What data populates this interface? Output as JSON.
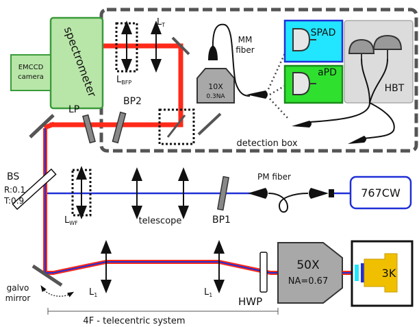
{
  "colors": {
    "red_beam": "#ff2a1a",
    "blue_beam": "#1f2fd6",
    "spectrometer_fill": "#b8e6a8",
    "spectrometer_stroke": "#3a9a3a",
    "spad_fill": "#22e5ff",
    "apd_fill": "#2fe02f",
    "hbt_fill": "#dcdcdc",
    "objective_fill": "#a8a8a8",
    "sample_fill": "#f0c000",
    "laser_stroke": "#1f2fd6"
  },
  "labels": {
    "emccd": [
      "EMCCD",
      "camera"
    ],
    "spectrometer": "spectrometer",
    "l_bfp_main": "L",
    "l_bfp_sub": "BFP",
    "l_t_main": "L",
    "l_t_sub": "T",
    "mm_fiber": [
      "MM",
      "fiber"
    ],
    "objective_10x": [
      "10X",
      "0.3NA"
    ],
    "spad": "SPAD",
    "apd": "aPD",
    "hbt": "HBT",
    "detection_box": "detection box",
    "lp": "LP",
    "bp2": "BP2",
    "bs": "BS",
    "bs_r": "R:0.1",
    "bs_t": "T:0.9",
    "l_wf_main": "L",
    "l_wf_sub": "WF",
    "telescope": "telescope",
    "bp1": "BP1",
    "pm_fiber": "PM fiber",
    "laser": "767CW",
    "galvo": [
      "galvo",
      "mirror"
    ],
    "l1_main": "L",
    "l1_sub": "1",
    "hwp": "HWP",
    "objective_50x": "50X",
    "objective_na": "NA=0.67",
    "cryostat": "3K",
    "telecentric": "4F - telecentric system"
  }
}
